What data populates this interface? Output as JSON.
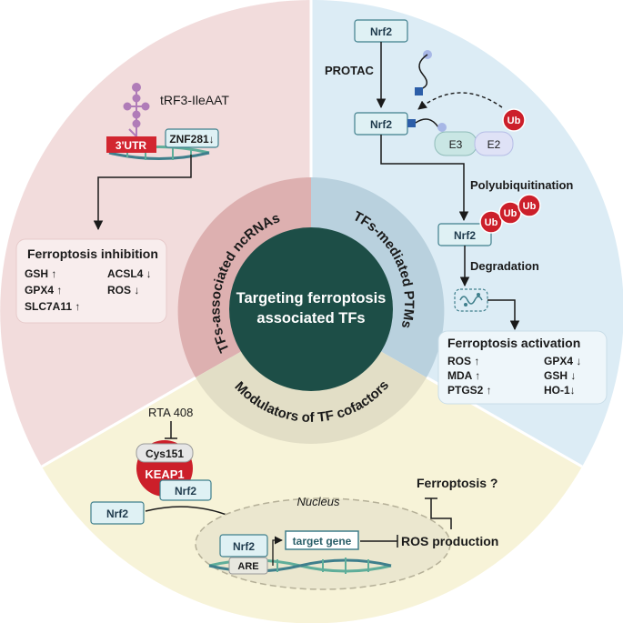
{
  "center": {
    "line1": "Targeting ferroptosis",
    "line2": "associated TFs"
  },
  "ring": {
    "left": "TFs-associated ncRNAs",
    "right": "TFs-mediated PTMs",
    "bottom": "Modulators of TF cofactors"
  },
  "ncrna_quadrant": {
    "trf_label": "tRF3-IleAAT",
    "utr_label": "3'UTR",
    "target_label": "ZNF281↓",
    "inhibition_title": "Ferroptosis inhibition",
    "markers_left": [
      "GSH ↑",
      "GPX4 ↑",
      "SLC7A11 ↑"
    ],
    "markers_right": [
      "ACSL4 ↓",
      "ROS ↓"
    ]
  },
  "ptm_quadrant": {
    "nrf2_top": "Nrf2",
    "protac_label": "PROTAC",
    "nrf2_complex": "Nrf2",
    "e3_label": "E3",
    "e2_label": "E2",
    "ub_label": "Ub",
    "polyub_label": "Polyubiquitination",
    "nrf2_ub": "Nrf2",
    "degradation_label": "Degradation",
    "activation_title": "Ferroptosis activation",
    "markers_left": [
      "ROS ↑",
      "MDA ↑",
      "PTGS2 ↑"
    ],
    "markers_right": [
      "GPX4 ↓",
      "GSH ↓",
      "HO-1↓"
    ]
  },
  "cofactor_quadrant": {
    "rta_label": "RTA 408",
    "cys_label": "Cys151",
    "keap1_label": "KEAP1",
    "nrf2_keap": "Nrf2",
    "nrf2_free": "Nrf2",
    "nucleus_label": "Nucleus",
    "nrf2_nucleus": "Nrf2",
    "are_label": "ARE",
    "target_gene": "target gene",
    "ros_production": "ROS production",
    "ferroptosis_q": "Ferroptosis ?"
  },
  "colors": {
    "left_bg": "#f2dcdc",
    "right_bg": "#dcecf5",
    "bottom_bg": "#f7f3d8",
    "center": "#1d4e47",
    "ub_red": "#cc1f2a",
    "box_fill": "#dff1f4",
    "box_stroke": "#3f7f8c"
  }
}
